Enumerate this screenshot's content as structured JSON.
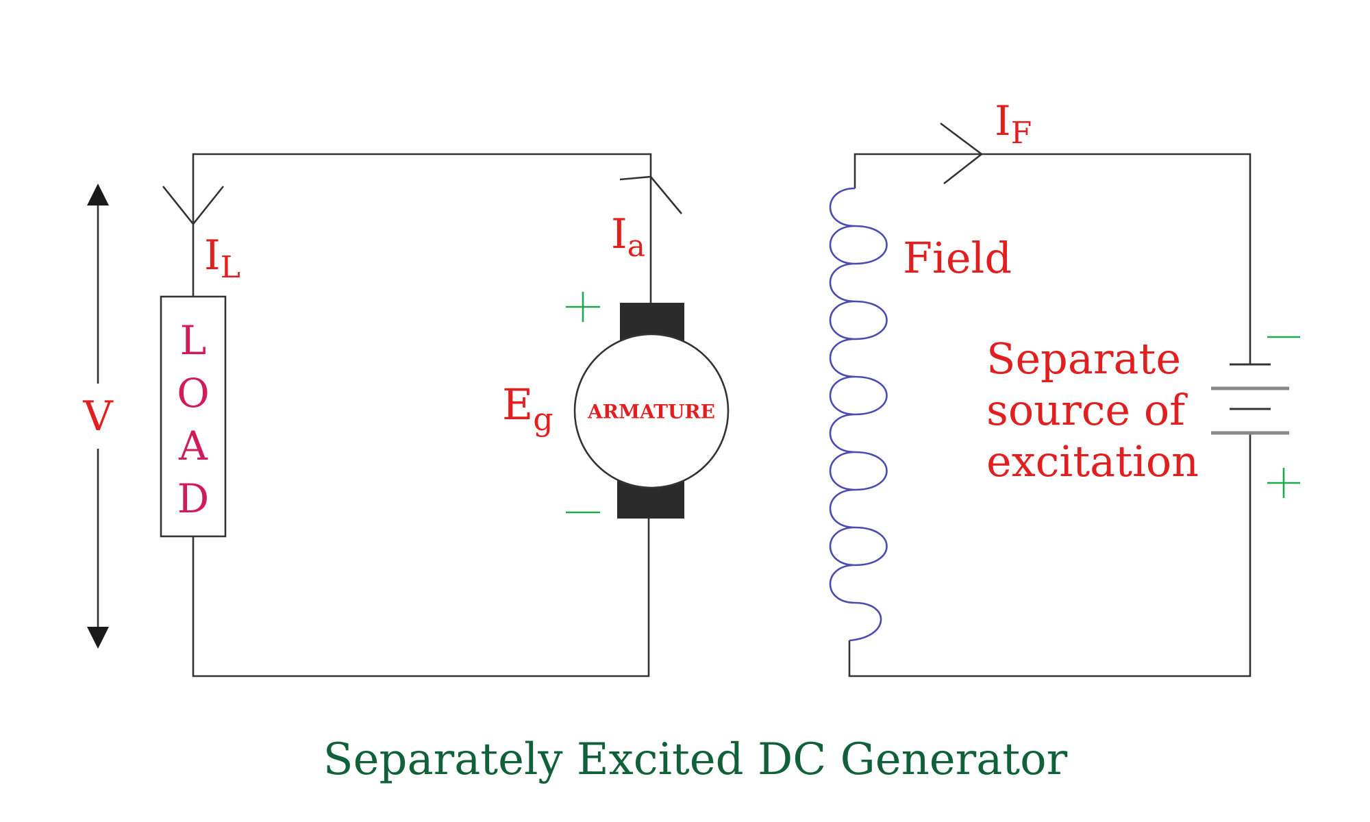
{
  "labels": {
    "load_letters": [
      "L",
      "O",
      "A",
      "D"
    ],
    "voltage": "V",
    "load_current_main": "I",
    "load_current_sub": "L",
    "armature_current_main": "I",
    "armature_current_sub": "a",
    "emf_main": "E",
    "emf_sub": "g",
    "armature": "ARMATURE",
    "field": "Field",
    "field_current_main": "I",
    "field_current_sub": "F",
    "source_lines": [
      "Separate",
      "source of",
      "excitation"
    ]
  },
  "caption": "Separately Excited DC Generator",
  "colors": {
    "label_red": "#e02020",
    "load_pink": "#d01c5a",
    "caption_green": "#10603a",
    "sign_green": "#1aaa4a",
    "coil_blue": "#4a4ab0",
    "wire": "#333333",
    "brush": "#2b2b2b"
  }
}
